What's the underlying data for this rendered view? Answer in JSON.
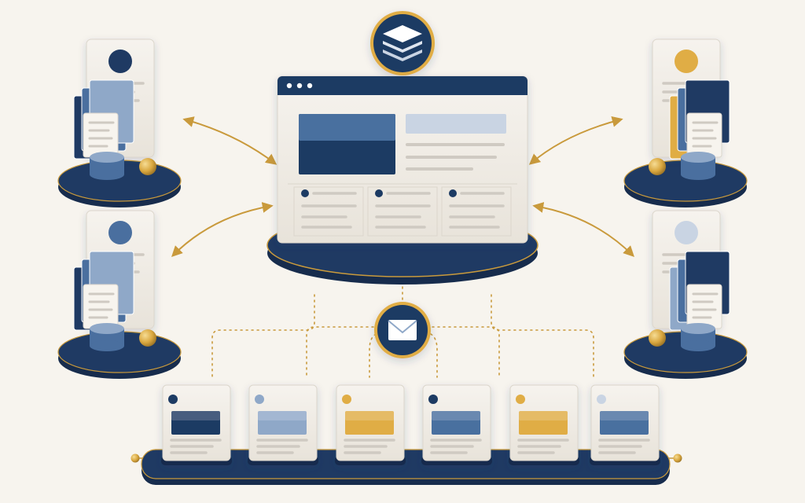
{
  "palette": {
    "background": "#f7f4ee",
    "navy": "#1f3a63",
    "navy_dark": "#172c4d",
    "blue_mid": "#4a6f9f",
    "blue_light": "#8fa8c8",
    "blue_pale": "#c9d4e3",
    "gold": "#e0ad45",
    "gold_line": "#c99a3c",
    "card": "#f1eee8",
    "card_edge": "#dcd6cc",
    "text_line": "#cfcac2"
  },
  "icons": {
    "hub_top": "layers-stack-icon",
    "hub_bottom": "envelope-icon",
    "browser_controls": "window-dots-icon"
  },
  "template_cards": [
    {
      "dot": "navy",
      "banner": "navy"
    },
    {
      "dot": "blue_light",
      "banner": "blue_light"
    },
    {
      "dot": "gold",
      "banner": "gold"
    },
    {
      "dot": "navy",
      "banner": "blue_mid"
    },
    {
      "dot": "gold",
      "banner": "gold"
    },
    {
      "dot": "blue_pale",
      "banner": "blue_mid"
    }
  ],
  "side_stations": [
    {
      "side": "left",
      "avatar": "navy",
      "accent": "navy"
    },
    {
      "side": "right",
      "avatar": "gold",
      "accent": "gold"
    },
    {
      "side": "left",
      "avatar": "blue_mid",
      "accent": "navy"
    },
    {
      "side": "right",
      "avatar": "blue_pale",
      "accent": "blue_light"
    }
  ]
}
